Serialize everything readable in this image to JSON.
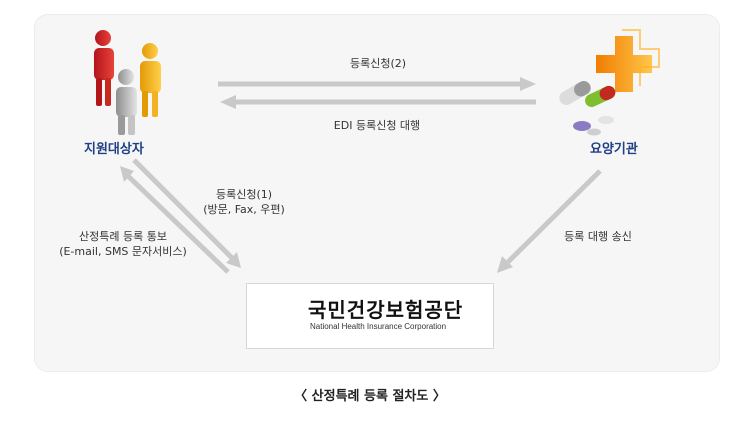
{
  "nodes": {
    "beneficiary": "지원대상자",
    "institution": "요양기관",
    "nhis_name_ko": "국민건강보험공단",
    "nhis_name_en": "National Health Insurance Corporation"
  },
  "edges": {
    "register_2": "등록신청(2)",
    "edi_proxy": "EDI 등록신청 대행",
    "register_1_line1": "등록신청(1)",
    "register_1_line2": "(방문, Fax, 우편)",
    "notify_line1": "산정특례 등록 통보",
    "notify_line2": "(E-mail, SMS 문자서비스)",
    "proxy_send": "등록 대행 송신"
  },
  "caption": "〈 산정특례 등록 절차도 〉",
  "colors": {
    "panel_bg": "#f6f6f6",
    "arrow": "#c9c9c9",
    "node_label": "#1f3f86",
    "logo_blue": "#1e4d9b"
  },
  "icons": {
    "beneficiary": "people-icon",
    "institution": "medical-cross-pills-icon",
    "nhis": "nhis-logo"
  }
}
